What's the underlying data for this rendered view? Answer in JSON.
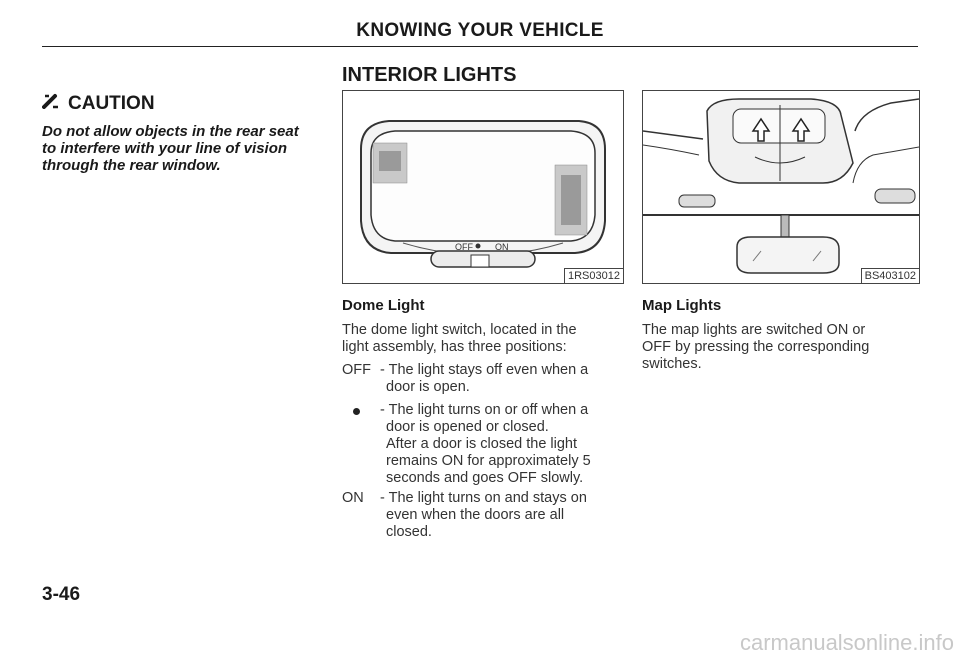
{
  "header": {
    "title": "KNOWING YOUR VEHICLE"
  },
  "caution": {
    "title": "CAUTION",
    "icon": "caution-pen-icon",
    "lines": [
      "Do not allow objects in the rear seat",
      "to interfere with your line of vision",
      "through the rear window."
    ]
  },
  "section": {
    "title": "INTERIOR LIGHTS"
  },
  "figures": {
    "dome": {
      "code": "1RS03012",
      "switch_off": "OFF",
      "switch_on": "ON"
    },
    "map": {
      "code": "BS403102"
    }
  },
  "dome_light": {
    "title": "Dome Light",
    "intro": [
      "The dome light switch, located in the",
      "light assembly, has three positions:"
    ],
    "off": {
      "term": "OFF",
      "lines": [
        "- The light stays off even when a",
        "door is open."
      ]
    },
    "door": {
      "term_icon": "dot-icon",
      "lines": [
        "- The light turns on or off when a",
        "door is opened or closed.",
        "After a door is closed the light",
        "remains ON for approximately 5",
        "seconds and goes OFF slowly."
      ]
    },
    "on": {
      "term": "ON",
      "lines": [
        "- The light turns on and stays on",
        "even when the doors are all",
        "closed."
      ]
    }
  },
  "map_lights": {
    "title": "Map Lights",
    "lines": [
      "The map lights are switched ON or",
      "OFF by pressing the corresponding",
      "switches."
    ]
  },
  "page_number": "3-46",
  "watermark": "carmanualsonline.info"
}
